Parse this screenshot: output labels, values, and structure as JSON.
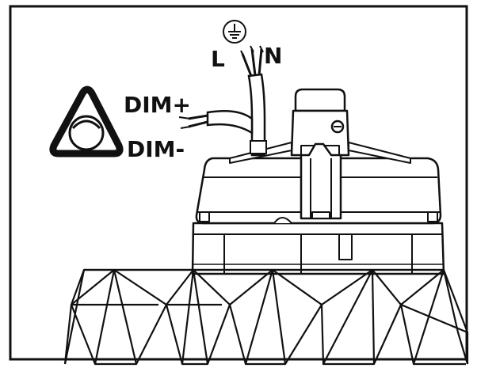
{
  "labels": {
    "live": "L",
    "neutral": "N",
    "dim_plus": "DIM+",
    "dim_minus": "DIM-"
  },
  "icons": {
    "earth": "ground-earth-icon",
    "dimmer": "dimmer-triangle-icon"
  },
  "colors": {
    "line": "#111111",
    "background": "#ffffff"
  }
}
